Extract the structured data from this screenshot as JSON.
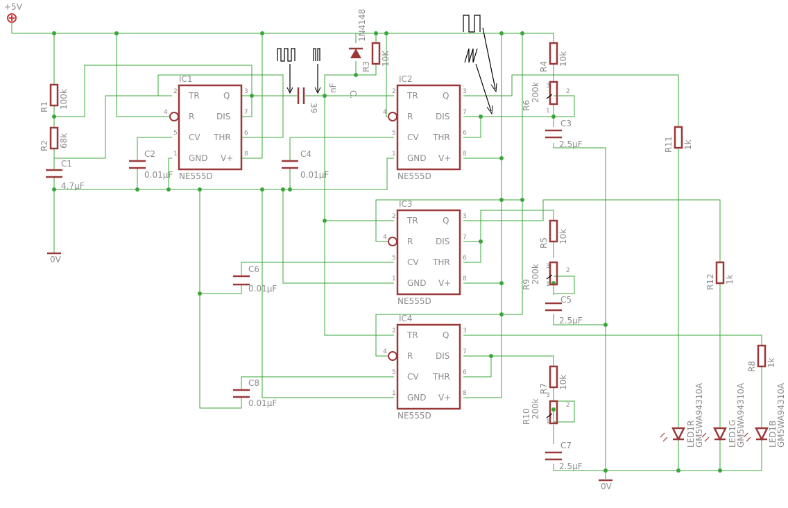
{
  "supply": {
    "label": "+5V"
  },
  "grounds": [
    {
      "label": "0V"
    },
    {
      "label": "0V"
    }
  ],
  "ics": [
    {
      "name": "IC1",
      "type": "NE555D"
    },
    {
      "name": "IC2",
      "type": "NE555D"
    },
    {
      "name": "IC3",
      "type": "NE555D"
    },
    {
      "name": "IC4",
      "type": "NE555D"
    }
  ],
  "pins": {
    "TR": "TR",
    "R": "R",
    "CV": "CV",
    "GND": "GND",
    "Q": "Q",
    "DIS": "DIS",
    "THR": "THR",
    "VCC": "V+",
    "n2": "2",
    "n4": "4",
    "n5": "5",
    "n1": "1",
    "n3": "3",
    "n7": "7",
    "n6": "6",
    "n8": "8"
  },
  "resistors": {
    "R1": {
      "name": "R1",
      "value": "100k"
    },
    "R2": {
      "name": "R2",
      "value": "68k"
    },
    "R3": {
      "name": "R3",
      "value": "10K"
    },
    "R4": {
      "name": "R4",
      "value": "10k"
    },
    "R5": {
      "name": "R5",
      "value": "10k"
    },
    "R7": {
      "name": "R7",
      "value": "10k"
    },
    "R8": {
      "name": "R8",
      "value": "1k"
    },
    "R11": {
      "name": "R11",
      "value": "1k"
    },
    "R12": {
      "name": "R12",
      "value": "1k"
    }
  },
  "pots": {
    "R6": {
      "name": "R6",
      "value": "200k",
      "pins": [
        "1",
        "2",
        "3"
      ]
    },
    "R9": {
      "name": "R9",
      "value": "200k",
      "pins": [
        "1",
        "2",
        "3"
      ]
    },
    "R10": {
      "name": "R10",
      "value": "200k",
      "pins": [
        "1",
        "2",
        "3"
      ]
    }
  },
  "capacitors": {
    "C1": {
      "name": "C1",
      "value": "4.7µF"
    },
    "C2": {
      "name": "C2",
      "value": "0.01µF"
    },
    "C3": {
      "name": "C3",
      "value": "2.5µF"
    },
    "C4": {
      "name": "C4",
      "value": "0.01µF"
    },
    "C5": {
      "name": "C5",
      "value": "2.5µF"
    },
    "C6": {
      "name": "C6",
      "value": "0.01µF"
    },
    "C7": {
      "name": "C7",
      "value": "2.5µF"
    },
    "C8": {
      "name": "C8",
      "value": "0.01µF"
    },
    "Cc": {
      "name": "C.",
      "value": "nF",
      "fragment": "39"
    }
  },
  "diode": {
    "name": "1N4148"
  },
  "leds": [
    {
      "name": "LED1R",
      "part": "GM5WA94310A"
    },
    {
      "name": "LED1G",
      "part": "GM5WA94310A"
    },
    {
      "name": "LED1B",
      "part": "GM5WA94310A"
    }
  ],
  "colors": {
    "wire": "#3aa63a",
    "part": "#9a3838",
    "label": "#8c8c8c",
    "supply": "#cc3333"
  }
}
